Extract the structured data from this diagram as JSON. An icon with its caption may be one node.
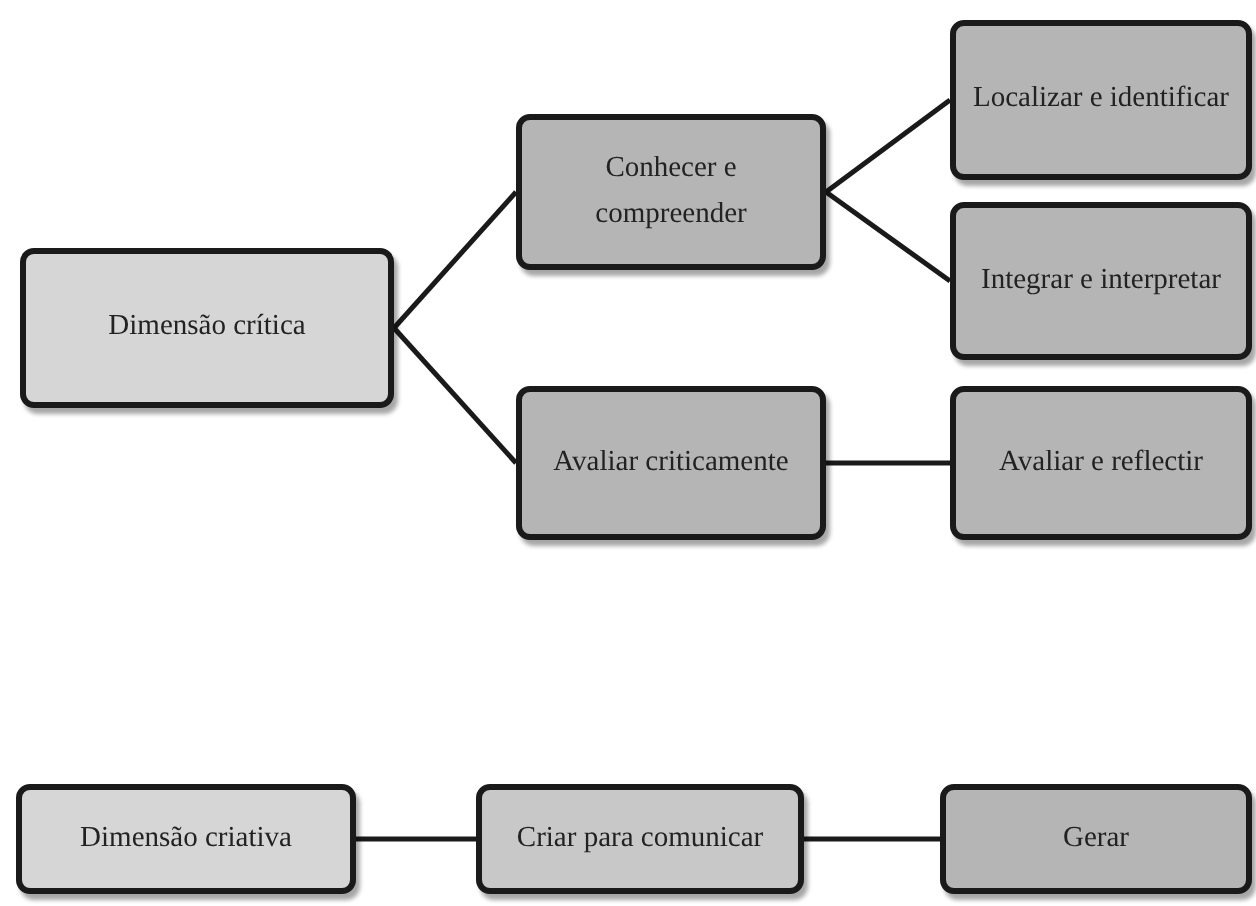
{
  "diagram": {
    "nodes": [
      {
        "text": [
          "Dimensão crítica"
        ]
      },
      {
        "text": [
          "Conhecer e compreender"
        ]
      },
      {
        "text": [
          "Localizar e identificar"
        ]
      },
      {
        "text": [
          "Integrar e interpretar"
        ]
      },
      {
        "text": [
          "Avaliar criticamente"
        ]
      },
      {
        "text": [
          "Avaliar e reflectir"
        ]
      },
      {
        "text": [
          "Dimensão criativa"
        ]
      },
      {
        "text": [
          "Criar para comunicar"
        ]
      },
      {
        "text": [
          "Gerar"
        ]
      }
    ],
    "edges": [
      {
        "from": 0,
        "to": 1,
        "arrow": "none"
      },
      {
        "from": 0,
        "to": 4,
        "arrow": "none"
      },
      {
        "from": 1,
        "to": 2,
        "arrow": "none"
      },
      {
        "from": 1,
        "to": 3,
        "arrow": "none"
      },
      {
        "from": 4,
        "to": 5,
        "arrow": "none"
      },
      {
        "from": 6,
        "to": 7,
        "arrow": "none"
      },
      {
        "from": 7,
        "to": 8,
        "arrow": "none"
      }
    ]
  }
}
